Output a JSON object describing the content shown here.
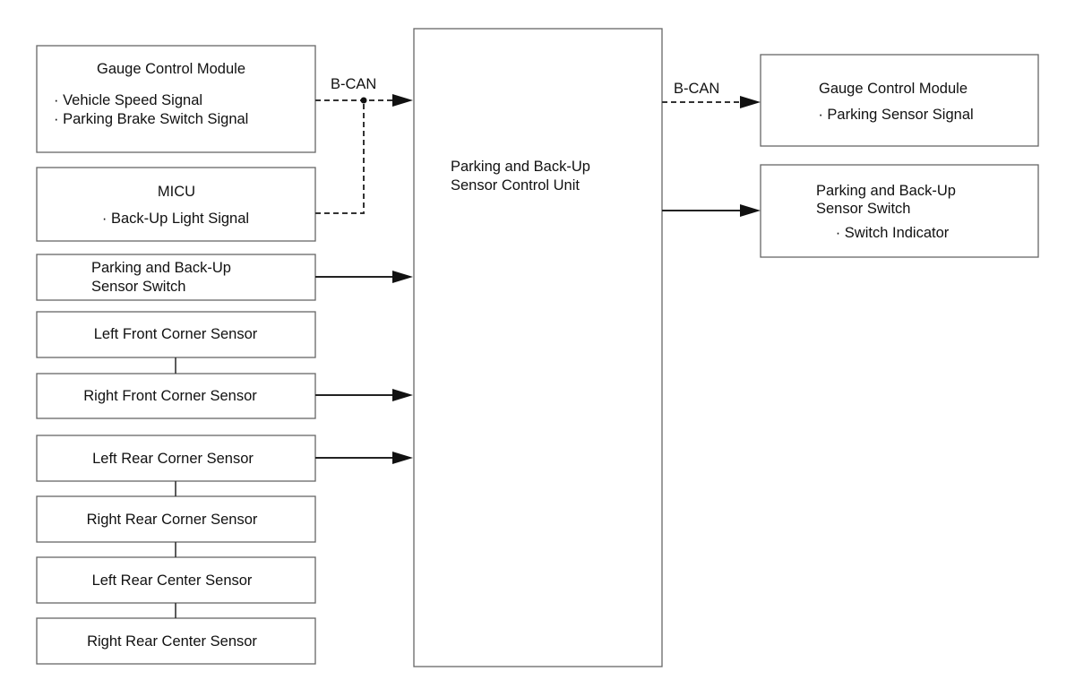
{
  "blocks": {
    "gauge_in": {
      "title": "Gauge Control Module",
      "items": [
        "· Vehicle Speed Signal",
        "· Parking Brake Switch Signal"
      ]
    },
    "micu": {
      "title": "MICU",
      "items": [
        "· Back-Up Light Signal"
      ]
    },
    "switch_in": {
      "lines": [
        "Parking and Back-Up",
        "Sensor Switch"
      ]
    },
    "sensors": [
      "Left Front Corner Sensor",
      "Right Front Corner Sensor",
      "Left Rear Corner Sensor",
      "Right Rear Corner Sensor",
      "Left Rear Center Sensor",
      "Right Rear Center Sensor"
    ],
    "control_unit": {
      "lines": [
        "Parking and Back-Up",
        "Sensor Control Unit"
      ]
    },
    "gauge_out": {
      "title": "Gauge Control Module",
      "items": [
        "· Parking Sensor Signal"
      ]
    },
    "switch_out": {
      "lines": [
        "Parking and Back-Up",
        "Sensor Switch"
      ],
      "items": [
        "· Switch Indicator"
      ]
    }
  },
  "bus_labels": {
    "input": "B-CAN",
    "output": "B-CAN"
  }
}
